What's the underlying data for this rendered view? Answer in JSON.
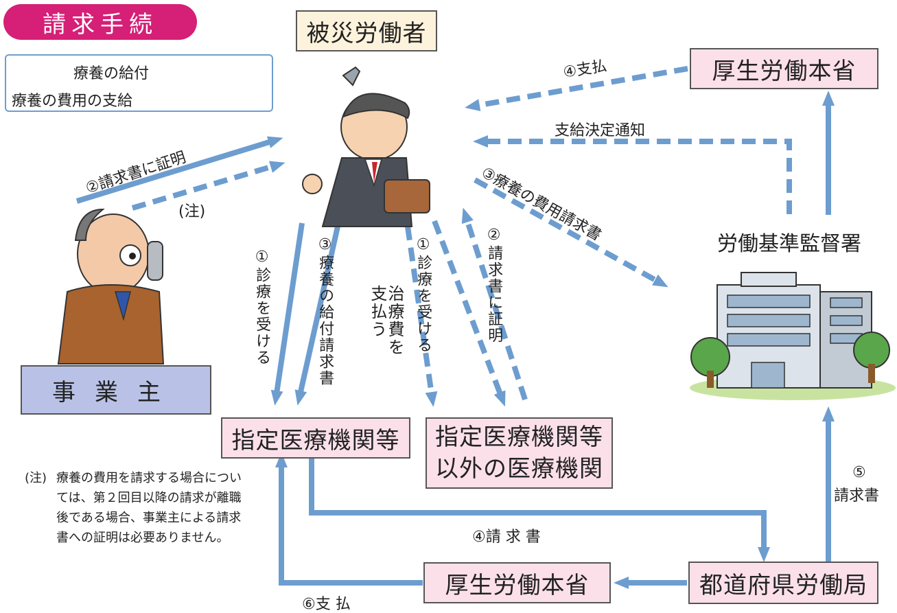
{
  "title": "請求手続",
  "legend": {
    "solid_label": "療養の給付",
    "dashed_label": "療養の費用の支給"
  },
  "nodes": {
    "worker": "被災労働者",
    "employer": "事業主",
    "designated": "指定医療機関等",
    "other_line1": "指定医療機関等",
    "other_line2": "以外の医療機関",
    "ministry_top": "厚生労働本省",
    "inspection": "労働基準監督署",
    "ministry_bottom": "厚生労働本省",
    "prefectural": "都道府県労働局"
  },
  "edges": {
    "pay_top": "④支払",
    "decision_notice": "支給決定通知",
    "cert_solid": "②請求書に証明",
    "note_mark": "(注)",
    "cost_claim": "③療養の費用請求書",
    "treat_solid": "①診療を受ける",
    "benefit_claim": "③療養の給付請求書",
    "pay_fee": "治療費を支払う",
    "treat_dashed": "①診療を受ける",
    "cert_dashed": "②請求書に証明",
    "claim_4": "④請 求 書",
    "claim_5_num": "⑤",
    "claim_5_text": "請求書",
    "pay_6": "⑥支 払"
  },
  "note": {
    "mark": "(注)",
    "text": "療養の費用を請求する場合については、第２回目以降の請求が離職後である場合、事業主による請求書への証明は必要ありません。"
  },
  "colors": {
    "arrow": "#6d9dcf",
    "header": "#d61f76",
    "pink_box": "#fbe0ea",
    "cream_box": "#fdf3dc",
    "employer_box": "#b9c2e6"
  }
}
